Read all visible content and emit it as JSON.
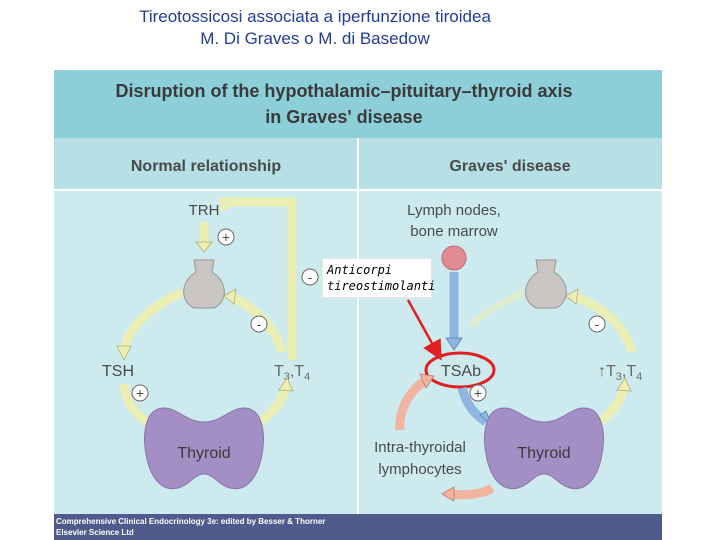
{
  "slide": {
    "title_line1": "Tireotossicosi associata a iperfunzione tiroidea",
    "title_line2": "M. Di Graves o M. di Basedow",
    "annotation_line1": "Anticorpi",
    "annotation_line2": "tireostimolanti"
  },
  "figure": {
    "header_line1": "Disruption of the hypothalamic–pituitary–thyroid axis",
    "header_line2": "in Graves' disease",
    "col_left": "Normal relationship",
    "col_right": "Graves' disease",
    "left": {
      "trh": "TRH",
      "tsh": "TSH",
      "t3": "T",
      "t3_sub": "3",
      "t4_sep": ",T",
      "t4_sub": "4",
      "thyroid": "Thyroid",
      "plus": "+",
      "minus": "-"
    },
    "right": {
      "lymph1": "Lymph nodes,",
      "lymph2": "bone marrow",
      "tsab": "TSAb",
      "up_t": "↑T",
      "t3_sub": "3",
      "t4_sep": ",T",
      "t4_sub": "4",
      "intra1": "Intra-thyroidal",
      "intra2": "lymphocytes",
      "thyroid": "Thyroid",
      "plus": "+",
      "minus": "-"
    },
    "caption_line1": "Comprehensive Clinical Endocrinology 3e: edited by Besser & Thorner",
    "caption_line2": "Elsevier Science Ltd"
  },
  "colors": {
    "header_bg": "#8ccfd8",
    "band_bg": "#b6e0e6",
    "panel_bg": "#cdeaee",
    "thyroid": "#a48fc4",
    "pituitary": "#c9c6c4",
    "arrow_yellow": "#ecefb4",
    "arrow_blue": "#8fb6e0",
    "arrow_red": "#f2b3a0",
    "title_blue": "#1f3d99",
    "highlight_red": "#e02020",
    "caption_bg": "#4f5b8c"
  }
}
